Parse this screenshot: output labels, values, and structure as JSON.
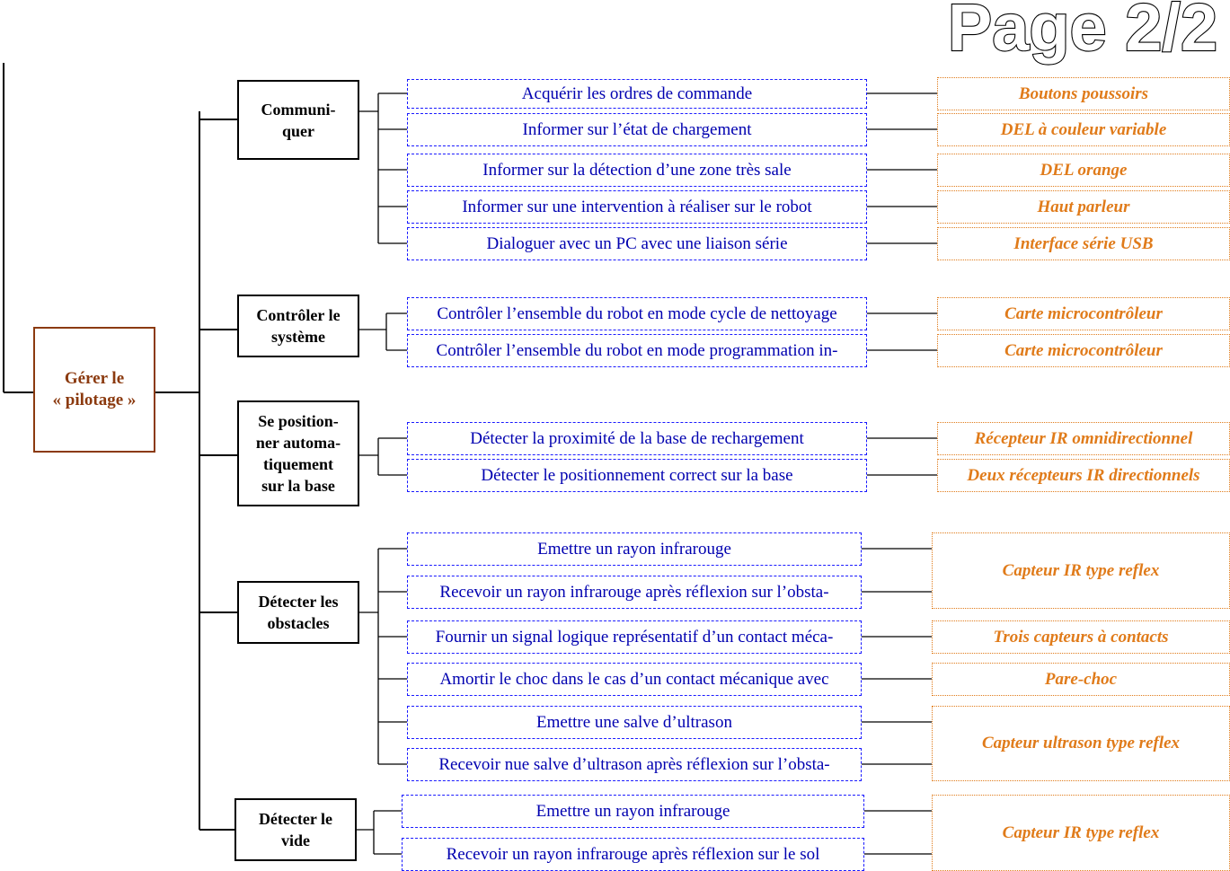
{
  "page_label": "Page 2/2",
  "root": {
    "label": "Gérer le\n« pilotage »"
  },
  "colors": {
    "root": "#8b3a0f",
    "function_text": "#0000b0",
    "function_border": "#1a1aff",
    "solution": "#e07b1a",
    "lines": "#000000"
  },
  "groups": [
    {
      "label": "Communi-\nquer",
      "functions": [
        "Acquérir les ordres de commande",
        "Informer sur l’état de chargement",
        "Informer sur la détection d’une zone très sale",
        "Informer sur une intervention à réaliser sur le robot",
        "Dialoguer avec un PC avec une liaison série"
      ],
      "solutions": [
        "Boutons poussoirs",
        "DEL à couleur variable",
        "DEL orange",
        "Haut parleur",
        "Interface série USB"
      ]
    },
    {
      "label": "Contrôler le\nsystème",
      "functions": [
        "Contrôler l’ensemble du robot en mode cycle de nettoyage",
        "Contrôler l’ensemble du robot en mode programmation in-"
      ],
      "solutions": [
        "Carte microcontrôleur",
        "Carte microcontrôleur"
      ]
    },
    {
      "label": "Se position-\nner automa-\ntiquement\nsur la base",
      "functions": [
        "Détecter la proximité de la base de rechargement",
        "Détecter le positionnement correct sur la base"
      ],
      "solutions": [
        "Récepteur IR omnidirectionnel",
        "Deux récepteurs IR directionnels"
      ]
    },
    {
      "label": "Détecter les\nobstacles",
      "functions": [
        "Emettre un rayon infrarouge",
        "Recevoir un rayon infrarouge après réflexion sur l’obsta-",
        "Fournir un signal logique représentatif d’un contact méca-",
        "Amortir le choc dans le cas d’un contact mécanique avec",
        "Emettre une salve d’ultrason",
        "Recevoir nue salve d’ultrason après réflexion sur l’obsta-"
      ],
      "solutions": [
        "Capteur IR type reflex",
        "Trois capteurs à contacts",
        "Pare-choc",
        "Capteur ultrason type reflex"
      ]
    },
    {
      "label": "Détecter le\nvide",
      "functions": [
        "Emettre un rayon infrarouge",
        "Recevoir un rayon infrarouge après réflexion sur le sol"
      ],
      "solutions": [
        "Capteur IR type reflex"
      ]
    }
  ]
}
